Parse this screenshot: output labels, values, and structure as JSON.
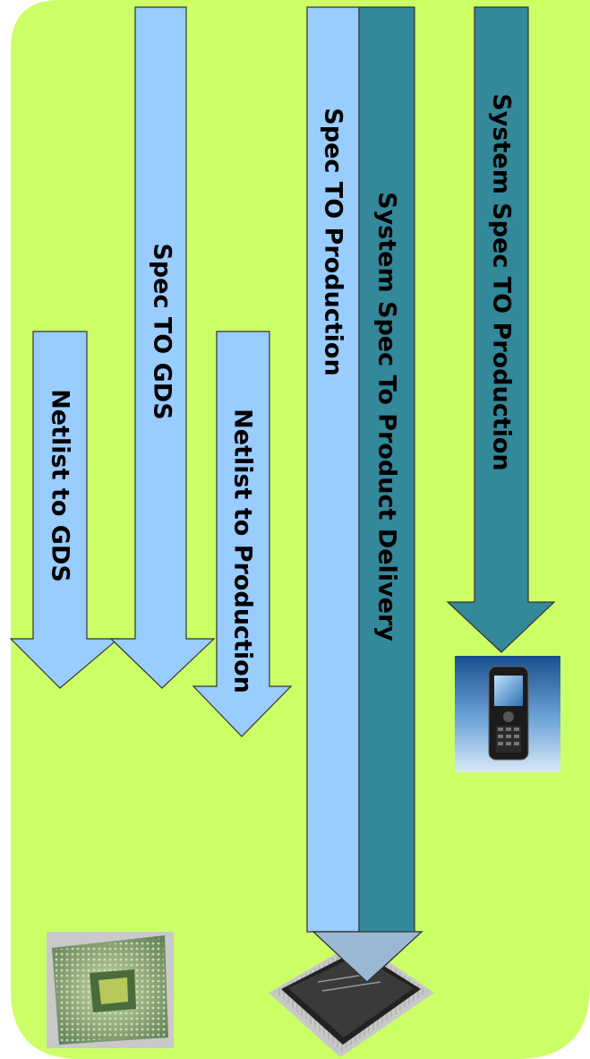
{
  "colors": {
    "background": "#ccff66",
    "arrow_light": "#99ccff",
    "arrow_dark": "#338899",
    "outline": "#333333"
  },
  "arrows": [
    {
      "id": "netlist-to-gds",
      "label": "Netlist to GDS",
      "style": "light"
    },
    {
      "id": "spec-to-gds",
      "label": "Spec TO GDS",
      "style": "light"
    },
    {
      "id": "netlist-to-production",
      "label": "Netlist to Production",
      "style": "light"
    },
    {
      "id": "spec-to-production",
      "label": "Spec TO Production",
      "style": "light"
    },
    {
      "id": "system-spec-to-product-delivery",
      "label": "System Spec To Product Delivery",
      "style": "dark"
    },
    {
      "id": "system-spec-to-production",
      "label": "System Spec TO Production",
      "style": "dark"
    }
  ],
  "images": {
    "chip_photo": "bga-chip-photo",
    "packaged_chip": "packaged-chip-photo",
    "phone": "mobile-phone-photo"
  }
}
